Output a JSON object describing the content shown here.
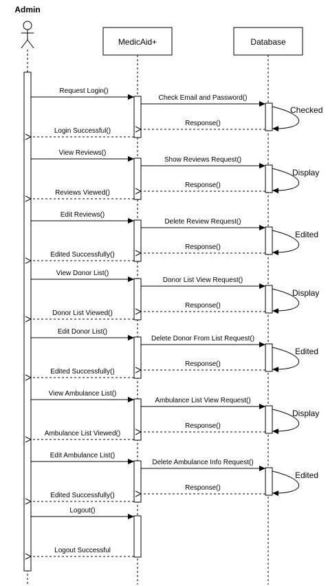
{
  "actor": {
    "name": "Admin"
  },
  "participants": [
    {
      "id": "medicaid",
      "label": "MedicAid+"
    },
    {
      "id": "database",
      "label": "Database"
    }
  ],
  "steps": [
    {
      "request": "Request Login()",
      "db_request": "Check Email and Password()",
      "self_note": "Checked",
      "db_response": "Response()",
      "reply": "Login Successful()"
    },
    {
      "request": "View Reviews()",
      "db_request": "Show Reviews Request()",
      "self_note": "Display",
      "db_response": "Response()",
      "reply": "Reviews Viewed()"
    },
    {
      "request": "Edit Reviews()",
      "db_request": "Delete Review Request()",
      "self_note": "Edited",
      "db_response": "Response()",
      "reply": "Edited Successfully()"
    },
    {
      "request": "View Donor List()",
      "db_request": "Donor List View Request()",
      "self_note": "Display",
      "db_response": "Response()",
      "reply": "Donor List Viewed()"
    },
    {
      "request": "Edit Donor List()",
      "db_request": "Delete Donor From List Request()",
      "self_note": "Edited",
      "db_response": "Response()",
      "reply": "Edited Successfully()"
    },
    {
      "request": "View Ambulance List()",
      "db_request": "Ambulance List View Request()",
      "self_note": "Display",
      "db_response": "Response()",
      "reply": "Ambulance List Viewed()"
    },
    {
      "request": "Edit Ambulance List()",
      "db_request": "Delete Ambulance Info Request()",
      "self_note": "Edited",
      "db_response": "Response()",
      "reply": "Edited Successfully()"
    },
    {
      "request": "Logout()",
      "reply": "Logout Successful"
    }
  ]
}
